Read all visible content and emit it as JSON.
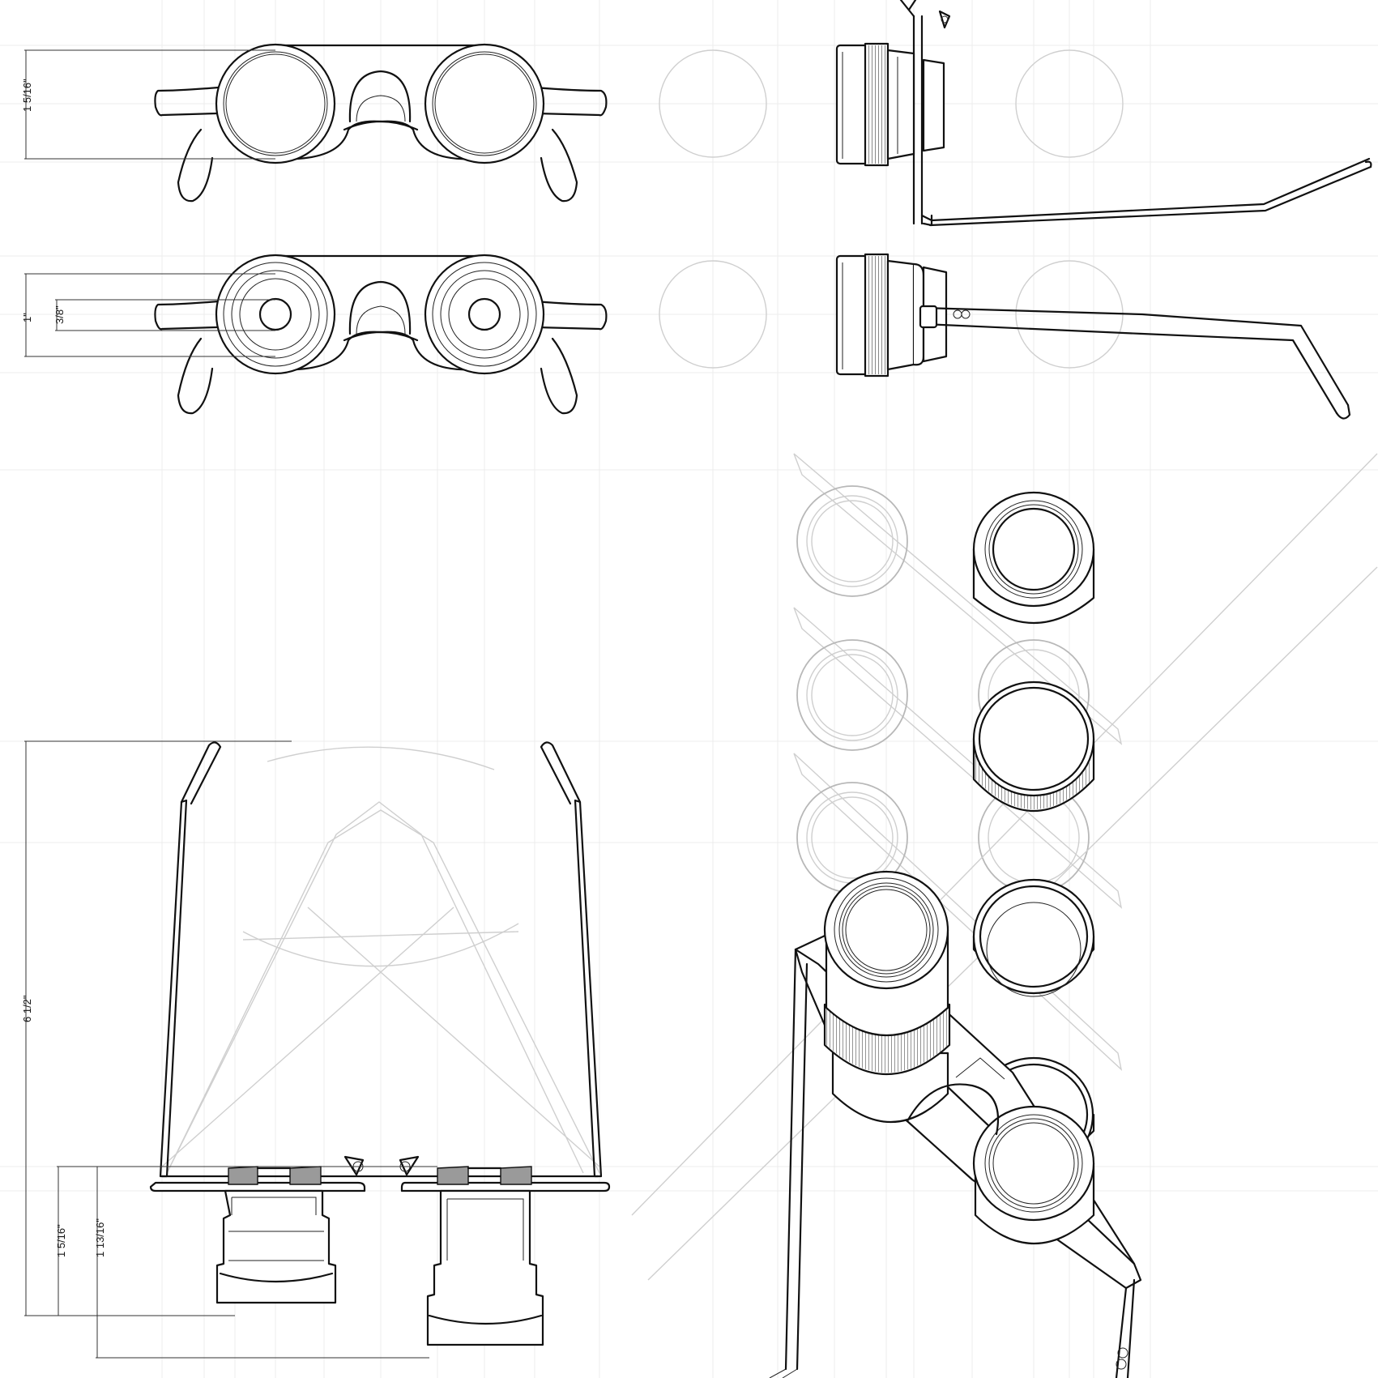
{
  "sheet": {
    "background": "#ffffff",
    "line_color": "#111111",
    "ghost_color": "#cfcfcf"
  },
  "views": {
    "front_top": {
      "dimension_height": "1 5/16\""
    },
    "front_eyepiece": {
      "dimension_height": "1\"",
      "dimension_eyepiece": "3/8\""
    },
    "top_plan": {
      "dimension_length": "6 1/2\"",
      "dimension_housing_a": "1 5/16\"",
      "dimension_housing_b": "1 13/16\""
    }
  }
}
